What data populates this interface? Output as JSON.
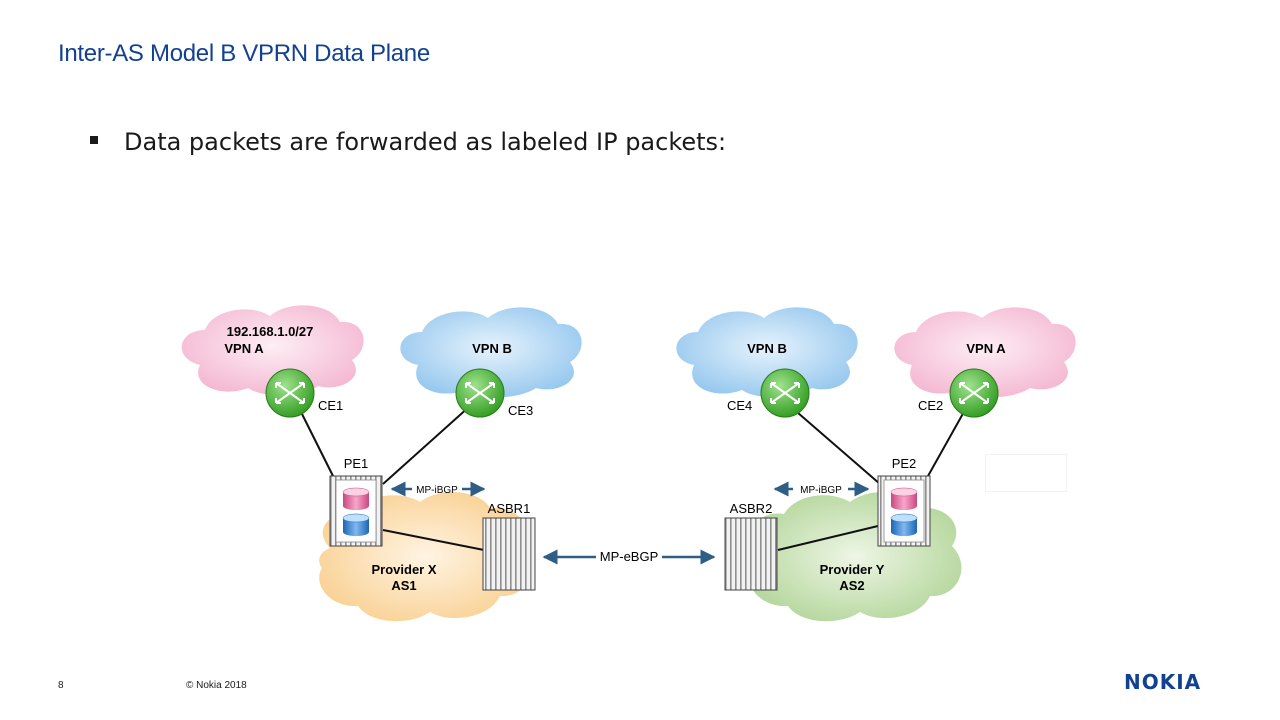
{
  "slide": {
    "title": "Inter-AS Model B VPRN Data Plane",
    "bullet": "Data packets are forwarded as labeled IP packets:",
    "page_number": "8",
    "copyright": "© Nokia 2018",
    "logo": "NOKIA"
  },
  "diagram": {
    "vpn_a_left": {
      "prefix": "192.168.1.0/27",
      "name": "VPN A"
    },
    "vpn_b_left": {
      "name": "VPN B"
    },
    "vpn_b_right": {
      "name": "VPN B"
    },
    "vpn_a_right": {
      "name": "VPN A"
    },
    "ce1": "CE1",
    "ce3": "CE3",
    "ce4": "CE4",
    "ce2": "CE2",
    "pe1": "PE1",
    "pe2": "PE2",
    "asbr1": "ASBR1",
    "asbr2": "ASBR2",
    "mp_ibgp_left": "MP-iBGP",
    "mp_ibgp_right": "MP-iBGP",
    "mp_ebgp": "MP-eBGP",
    "provider_x": {
      "name": "Provider X",
      "as": "AS1"
    },
    "provider_y": {
      "name": "Provider Y",
      "as": "AS2"
    }
  },
  "colors": {
    "title": "#124191",
    "vpn_a_cloud": "#f7c6dc",
    "vpn_b_cloud": "#a9d2f2",
    "provider_x_cloud": "#fcdcaa",
    "provider_y_cloud": "#c6dfb0",
    "ce_router": "#3fae2a",
    "arrow": "#2e5e86"
  }
}
